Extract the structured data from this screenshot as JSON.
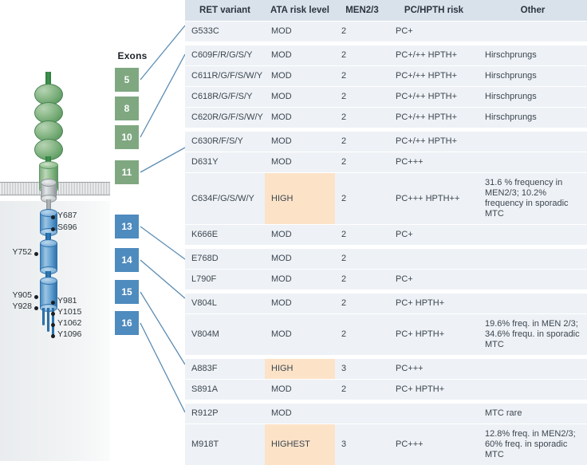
{
  "figure": {
    "exons_label": "Exons",
    "exon_boxes": [
      {
        "num": "5",
        "color": "#7fa881"
      },
      {
        "num": "8",
        "color": "#7fa881"
      },
      {
        "num": "10",
        "color": "#7fa881"
      },
      {
        "num": "11",
        "color": "#7fa881"
      },
      {
        "num": "13",
        "color": "#4e8bbe"
      },
      {
        "num": "14",
        "color": "#4e8bbe"
      },
      {
        "num": "15",
        "color": "#4e8bbe"
      },
      {
        "num": "16",
        "color": "#4e8bbe"
      }
    ],
    "residues_right": [
      "Y687",
      "S696",
      "Y981",
      "Y1015",
      "Y1062",
      "Y1096"
    ],
    "residues_left": [
      "Y752",
      "Y905",
      "Y928"
    ],
    "colors": {
      "extracellular_domain": "#8ebb8c",
      "transmembrane_domain": "#c3c8cb",
      "intracellular_domain": "#6ba6d4",
      "exon_green": "#7fa881",
      "exon_blue": "#4e8bbe",
      "connector_line": "#5b8cb3"
    }
  },
  "table": {
    "columns": [
      "RET variant",
      "ATA risk level",
      "MEN2/3",
      "PC/HPTH risk",
      "Other"
    ],
    "colors": {
      "header_bg": "#d9e2ea",
      "row_bg": "#eef2f6",
      "highlight_bg": "#fce3c8",
      "gap": "#ffffff"
    },
    "groups": [
      {
        "exon": "5",
        "rows": [
          {
            "variant": "G533C",
            "risk": "MOD",
            "risk_highlight": false,
            "men": "2",
            "pc": "PC+",
            "other": ""
          }
        ]
      },
      {
        "exon": "10",
        "rows": [
          {
            "variant": "C609F/R/G/S/Y",
            "risk": "MOD",
            "risk_highlight": false,
            "men": "2",
            "pc": "PC+/++ HPTH+",
            "other": "Hirschprungs"
          },
          {
            "variant": "C611R/G/F/S/W/Y",
            "risk": "MOD",
            "risk_highlight": false,
            "men": "2",
            "pc": "PC+/++ HPTH+",
            "other": "Hirschprungs"
          },
          {
            "variant": "C618R/G/F/S/Y",
            "risk": "MOD",
            "risk_highlight": false,
            "men": "2",
            "pc": "PC+/++ HPTH+",
            "other": "Hirschprungs"
          },
          {
            "variant": "C620R/G/F/S/W/Y",
            "risk": "MOD",
            "risk_highlight": false,
            "men": "2",
            "pc": "PC+/++ HPTH+",
            "other": "Hirschprungs"
          }
        ]
      },
      {
        "exon": "11",
        "rows": [
          {
            "variant": "C630R/F/S/Y",
            "risk": "MOD",
            "risk_highlight": false,
            "men": "2",
            "pc": "PC+/++ HPTH+",
            "other": ""
          },
          {
            "variant": "D631Y",
            "risk": "MOD",
            "risk_highlight": false,
            "men": "2",
            "pc": "PC+++",
            "other": ""
          },
          {
            "variant": "C634F/G/S/W/Y",
            "risk": "HIGH",
            "risk_highlight": true,
            "men": "2",
            "pc": "PC+++ HPTH++",
            "other": "31.6 % frequency in MEN2/3; 10.2% frequency in sporadic MTC"
          },
          {
            "variant": "K666E",
            "risk": "MOD",
            "risk_highlight": false,
            "men": "2",
            "pc": "PC+",
            "other": ""
          }
        ]
      },
      {
        "exon": "13",
        "rows": [
          {
            "variant": "E768D",
            "risk": "MOD",
            "risk_highlight": false,
            "men": "2",
            "pc": "",
            "other": ""
          },
          {
            "variant": "L790F",
            "risk": "MOD",
            "risk_highlight": false,
            "men": "2",
            "pc": "PC+",
            "other": ""
          }
        ]
      },
      {
        "exon": "14",
        "rows": [
          {
            "variant": "V804L",
            "risk": "MOD",
            "risk_highlight": false,
            "men": "2",
            "pc": "PC+ HPTH+",
            "other": ""
          },
          {
            "variant": "V804M",
            "risk": "MOD",
            "risk_highlight": false,
            "men": "2",
            "pc": "PC+ HPTH+",
            "other": "19.6% freq. in MEN 2/3; 34.6% frequ. in sporadic MTC"
          }
        ]
      },
      {
        "exon": "15",
        "rows": [
          {
            "variant": "A883F",
            "risk": "HIGH",
            "risk_highlight": true,
            "men": "3",
            "pc": "PC+++",
            "other": ""
          },
          {
            "variant": "S891A",
            "risk": "MOD",
            "risk_highlight": false,
            "men": "2",
            "pc": "PC+ HPTH+",
            "other": ""
          }
        ]
      },
      {
        "exon": "16",
        "rows": [
          {
            "variant": "R912P",
            "risk": "MOD",
            "risk_highlight": false,
            "men": "",
            "pc": "",
            "other": "MTC rare"
          },
          {
            "variant": "M918T",
            "risk": "HIGHEST",
            "risk_highlight": true,
            "men": "3",
            "pc": "PC+++",
            "other": "12.8% freq. in MEN2/3; 60% freq. in sporadic MTC"
          }
        ]
      }
    ]
  }
}
